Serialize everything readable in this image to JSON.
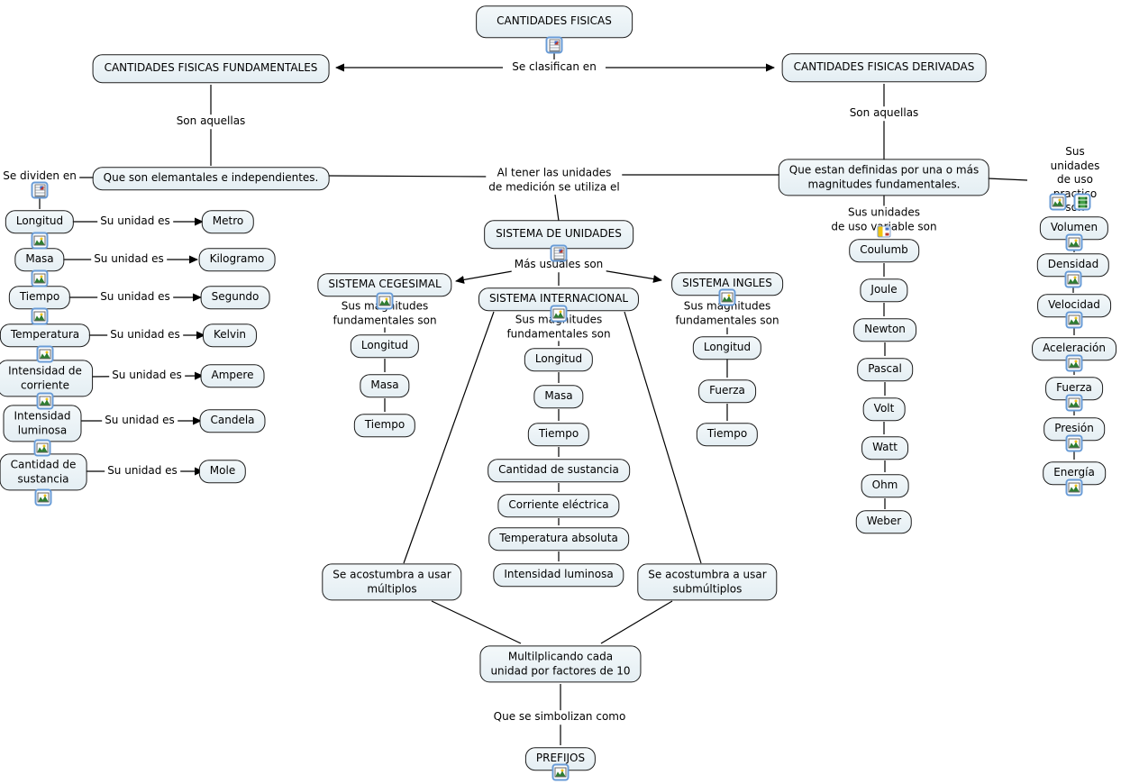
{
  "colors": {
    "node_fill": "#e9f1f6",
    "node_border": "#1c1c1c",
    "line": "#000000",
    "icon_frame_blue": "#689bd6",
    "background": "#ffffff"
  },
  "root": {
    "label": "CANTIDADES FISICAS"
  },
  "phrases": {
    "se_clasifican": "Se clasifican en",
    "son_aquellas": "Son aquellas",
    "se_dividen": "Se dividen en",
    "su_unidad_es": "Su unidad es",
    "al_tener": "Al tener las unidades\nde medición se utiliza el",
    "mas_usuales": "Más usuales son",
    "sus_magnitudes": "Sus magnitudes\nfundamentales son",
    "uso_variable": "Sus unidades\nde uso variable son",
    "uso_practico": "Sus unidades\nde uso practico son",
    "simbolizan": "Que se simbolizan como"
  },
  "fundamentales": {
    "label": "CANTIDADES FISICAS FUNDAMENTALES",
    "definicion": "Que son elemantales e independientes.",
    "cantidades": [
      {
        "nombre": "Longitud",
        "unidad": "Metro"
      },
      {
        "nombre": "Masa",
        "unidad": "Kilogramo"
      },
      {
        "nombre": "Tiempo",
        "unidad": "Segundo"
      },
      {
        "nombre": "Temperatura",
        "unidad": "Kelvin"
      },
      {
        "nombre": "Intensidad de\ncorriente",
        "unidad": "Ampere"
      },
      {
        "nombre": "Intensidad\nluminosa",
        "unidad": "Candela"
      },
      {
        "nombre": "Cantidad de\nsustancia",
        "unidad": "Mole"
      }
    ]
  },
  "derivadas": {
    "label": "CANTIDADES FISICAS DERIVADAS",
    "definicion": "Que estan definidas por una o más\nmagnitudes fundamentales.",
    "unidades_variables": [
      "Coulumb",
      "Joule",
      "Newton",
      "Pascal",
      "Volt",
      "Watt",
      "Ohm",
      "Weber"
    ],
    "unidades_practicas": [
      "Volumen",
      "Densidad",
      "Velocidad",
      "Aceleración",
      "Fuerza",
      "Presión",
      "Energía"
    ]
  },
  "sistema": {
    "label": "SISTEMA DE UNIDADES",
    "cegesimal": {
      "label": "SISTEMA CEGESIMAL",
      "magnitudes": [
        "Longitud",
        "Masa",
        "Tiempo"
      ]
    },
    "internacional": {
      "label": "SISTEMA INTERNACIONAL",
      "magnitudes": [
        "Longitud",
        "Masa",
        "Tiempo",
        "Cantidad de sustancia",
        "Corriente eléctrica",
        "Temperatura absoluta",
        "Intensidad luminosa"
      ]
    },
    "ingles": {
      "label": "SISTEMA INGLES",
      "magnitudes": [
        "Longitud",
        "Fuerza",
        "Tiempo"
      ]
    },
    "multiplos": "Se acostumbra a usar\nmúltiplos",
    "submultiplos": "Se acostumbra a usar\nsubmúltiplos",
    "multiplicando": "Multilplicando cada\nunidad por factores de 10",
    "prefijos": "PREFIJOS"
  }
}
